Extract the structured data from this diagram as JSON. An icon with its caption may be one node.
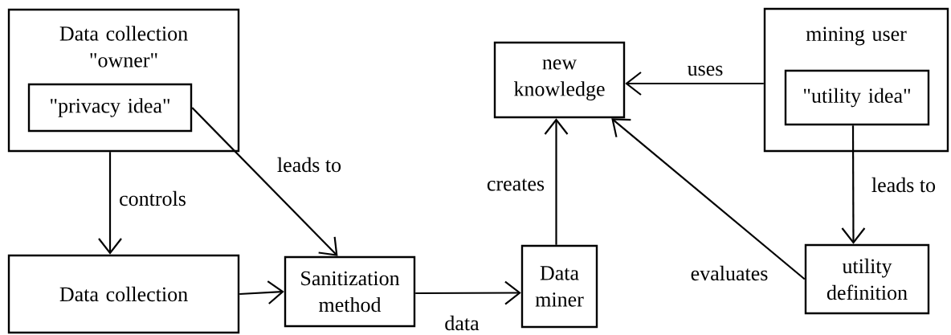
{
  "diagram": {
    "nodes": [
      {
        "text": [
          "Data collection \"owner\""
        ]
      },
      {
        "text": [
          "\"privacy idea\""
        ],
        "in": 0
      },
      {
        "text": [
          "Data collection"
        ]
      },
      {
        "text": [
          "Sanitization method"
        ]
      },
      {
        "text": [
          "Data miner"
        ]
      },
      {
        "text": [
          "new knowledge"
        ]
      },
      {
        "text": [
          "mining user"
        ]
      },
      {
        "text": [
          "\"utility idea\""
        ],
        "in": 6
      },
      {
        "text": [
          "utility definition"
        ]
      }
    ],
    "edges": [
      {
        "from": 0,
        "to": 2,
        "arrow": "to",
        "label": "controls"
      },
      {
        "from": 1,
        "to": 3,
        "arrow": "to",
        "label": "leads to"
      },
      {
        "from": 2,
        "to": 3,
        "arrow": "to"
      },
      {
        "from": 3,
        "to": 4,
        "arrow": "to",
        "label": "data"
      },
      {
        "from": 4,
        "to": 5,
        "arrow": "to",
        "label": "creates"
      },
      {
        "from": 6,
        "to": 5,
        "arrow": "to",
        "label": "uses"
      },
      {
        "from": 7,
        "to": 8,
        "arrow": "to",
        "label": "leads to"
      },
      {
        "from": 8,
        "to": 5,
        "arrow": "to",
        "label": "evaluates"
      }
    ]
  }
}
